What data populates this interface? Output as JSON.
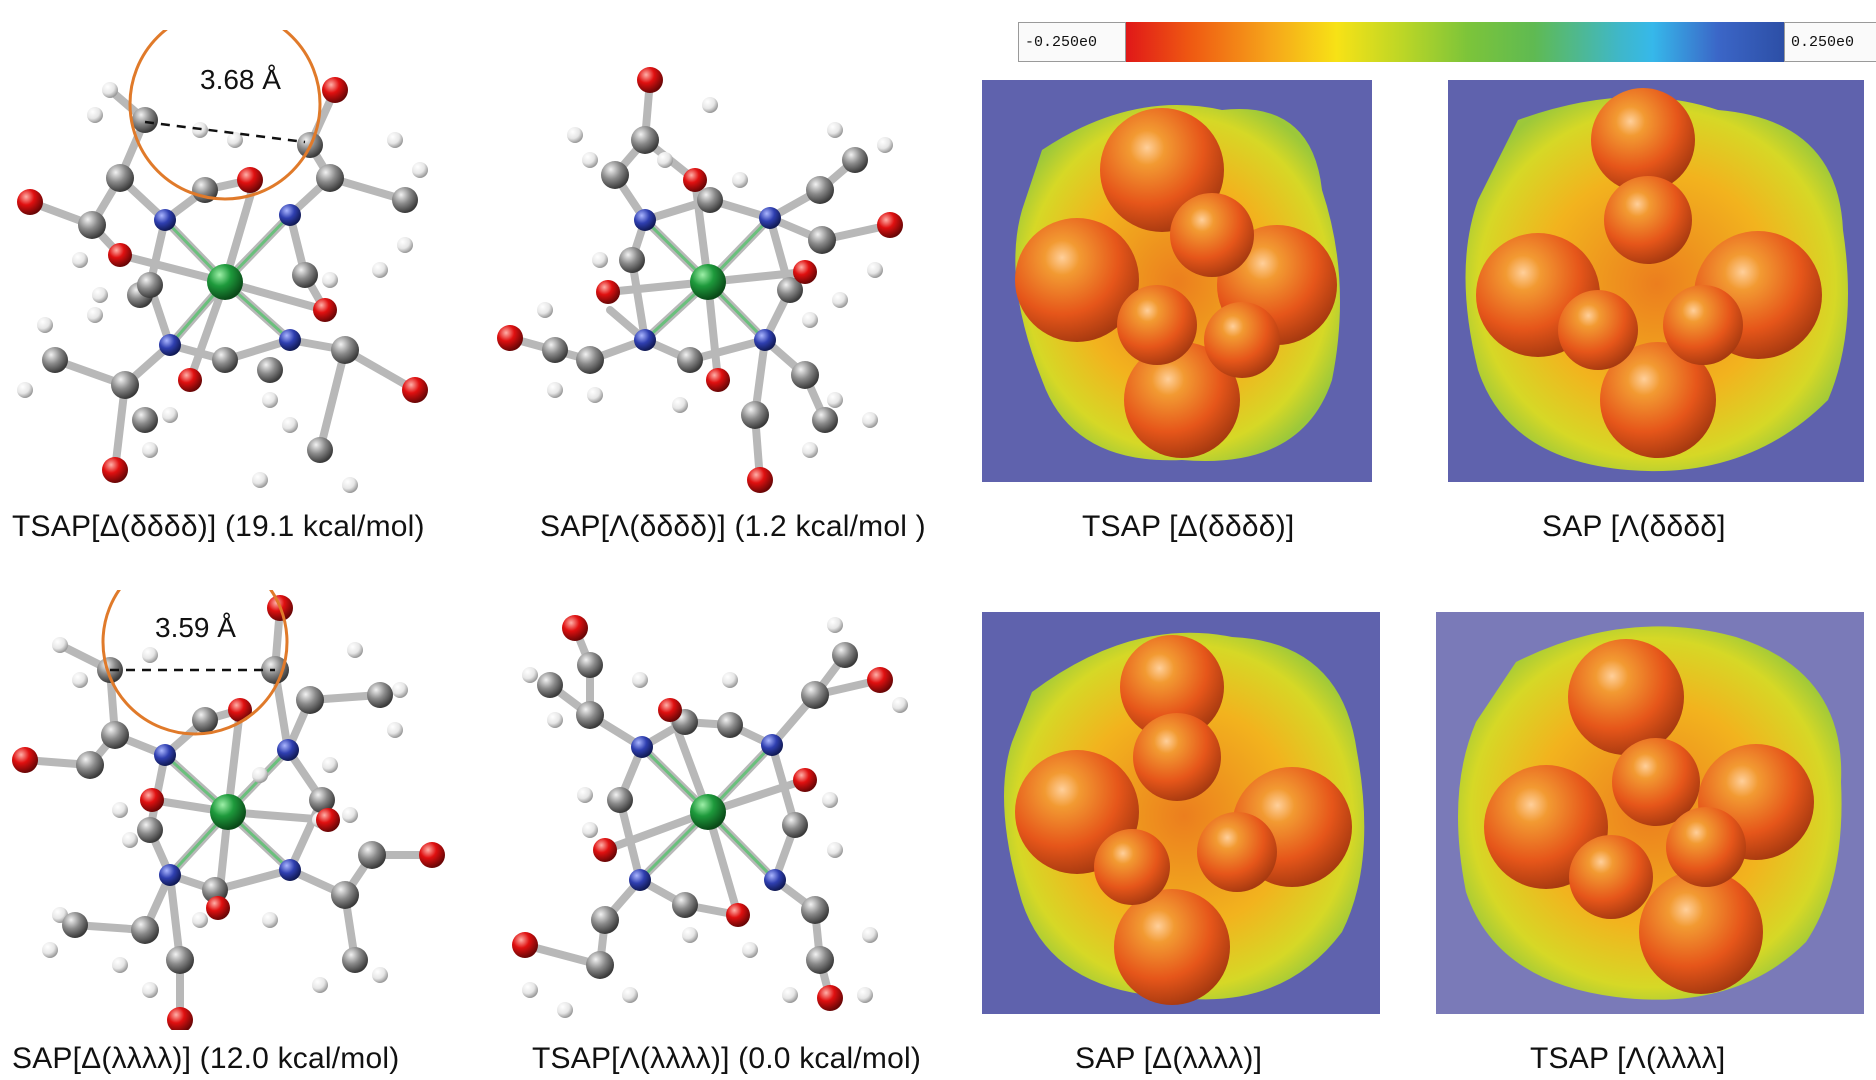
{
  "colorbar": {
    "min_label": "-0.250e0",
    "max_label": "0.250e0"
  },
  "distances": {
    "top": "3.68 Å",
    "bottom": "3.59 Å"
  },
  "captions": {
    "mol_tl": "TSAP[Δ(δδδδ)] (19.1 kcal/mol)",
    "mol_tr": "SAP[Λ(δδδδ)] (1.2 kcal/mol )",
    "mol_bl": "SAP[Δ(λλλλ)] (12.0 kcal/mol)",
    "mol_br": "TSAP[Λ(λλλλ)] (0.0 kcal/mol)",
    "surf_tl": "TSAP [Δ(δδδδ)]",
    "surf_tr": "SAP [Λ(δδδδ]",
    "surf_bl": "SAP [Δ(λλλλ)]",
    "surf_br": "TSAP [Λ(λλλλ]"
  },
  "colors": {
    "metal": "#1e9a3c",
    "nitrogen": "#2f3fb0",
    "oxygen": "#e01010",
    "carbon": "#8a8a8a",
    "hydrogen": "#e6e6e6",
    "highlight_circle": "#e07a2a",
    "surface_background": "#5f62ad",
    "surface_background_alt": "#7a7ab8"
  }
}
